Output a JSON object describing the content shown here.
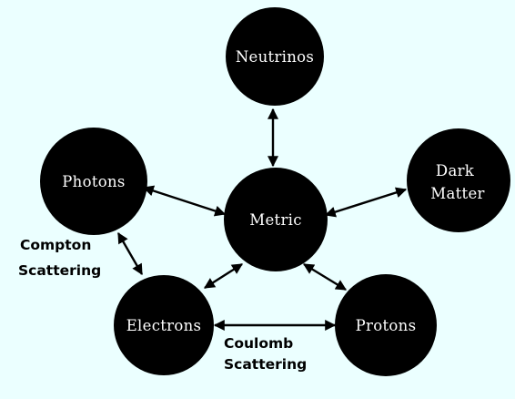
{
  "nodes": {
    "neutrinos": {
      "label": "Neutrinos"
    },
    "photons": {
      "label": "Photons"
    },
    "dark_matter": {
      "label_line1": "Dark",
      "label_line2": "Matter"
    },
    "metric": {
      "label": "Metric"
    },
    "electrons": {
      "label": "Electrons"
    },
    "protons": {
      "label": "Protons"
    }
  },
  "edge_labels": {
    "compton": {
      "line1": "Compton",
      "line2": "Scattering"
    },
    "coulomb": {
      "line1": "Coulomb",
      "line2": "Scattering"
    }
  },
  "colors": {
    "background": "#EBFFFF",
    "node_fill": "#000000",
    "node_text": "#FFFFFF",
    "arrow": "#000000"
  }
}
